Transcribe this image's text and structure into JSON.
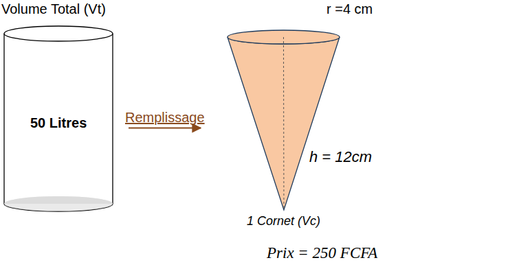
{
  "diagram": {
    "nodes": [
      {
        "text": [
          "Volume Total (Vt)",
          "50 Litres"
        ]
      },
      {
        "text": [
          "r =4 cm",
          "h = 12cm",
          "1 Cornet (Vc)"
        ]
      }
    ],
    "edges": [
      {
        "from": 0,
        "to": 1,
        "arrow": "to",
        "label": "Remplissage"
      }
    ],
    "labels": [
      "Prix = 250 FCFA"
    ]
  }
}
